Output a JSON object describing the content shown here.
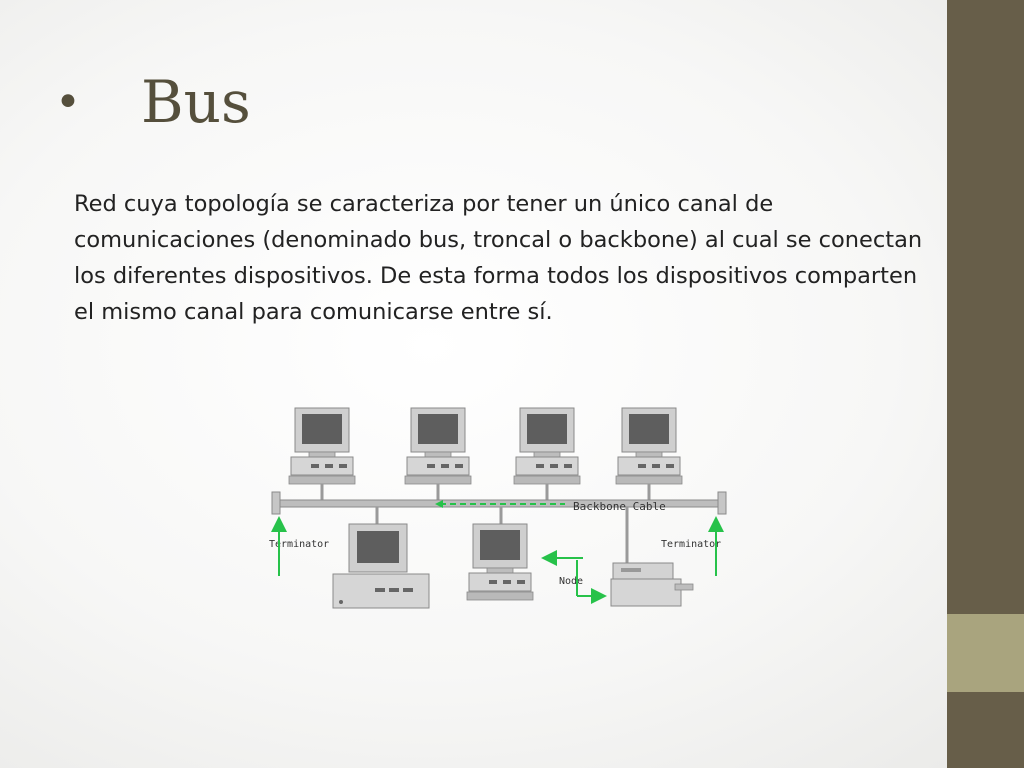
{
  "slide": {
    "bullet": "•",
    "title": "Bus",
    "body": "Red cuya topología se caracteriza por tener un único canal de comunicaciones (denominado bus, troncal o backbone) al cual se conectan los diferentes dispositivos. De esta forma todos los dispositivos comparten el mismo canal para comunicarse entre sí."
  },
  "diagram": {
    "backbone_label": "Backbone Cable",
    "terminator_left": "Terminator",
    "terminator_right": "Terminator",
    "node_label": "Node"
  },
  "colors": {
    "side_bar": "#675e49",
    "side_accent": "#a9a47e",
    "title": "#554f3c",
    "arrow": "#27c24a"
  }
}
